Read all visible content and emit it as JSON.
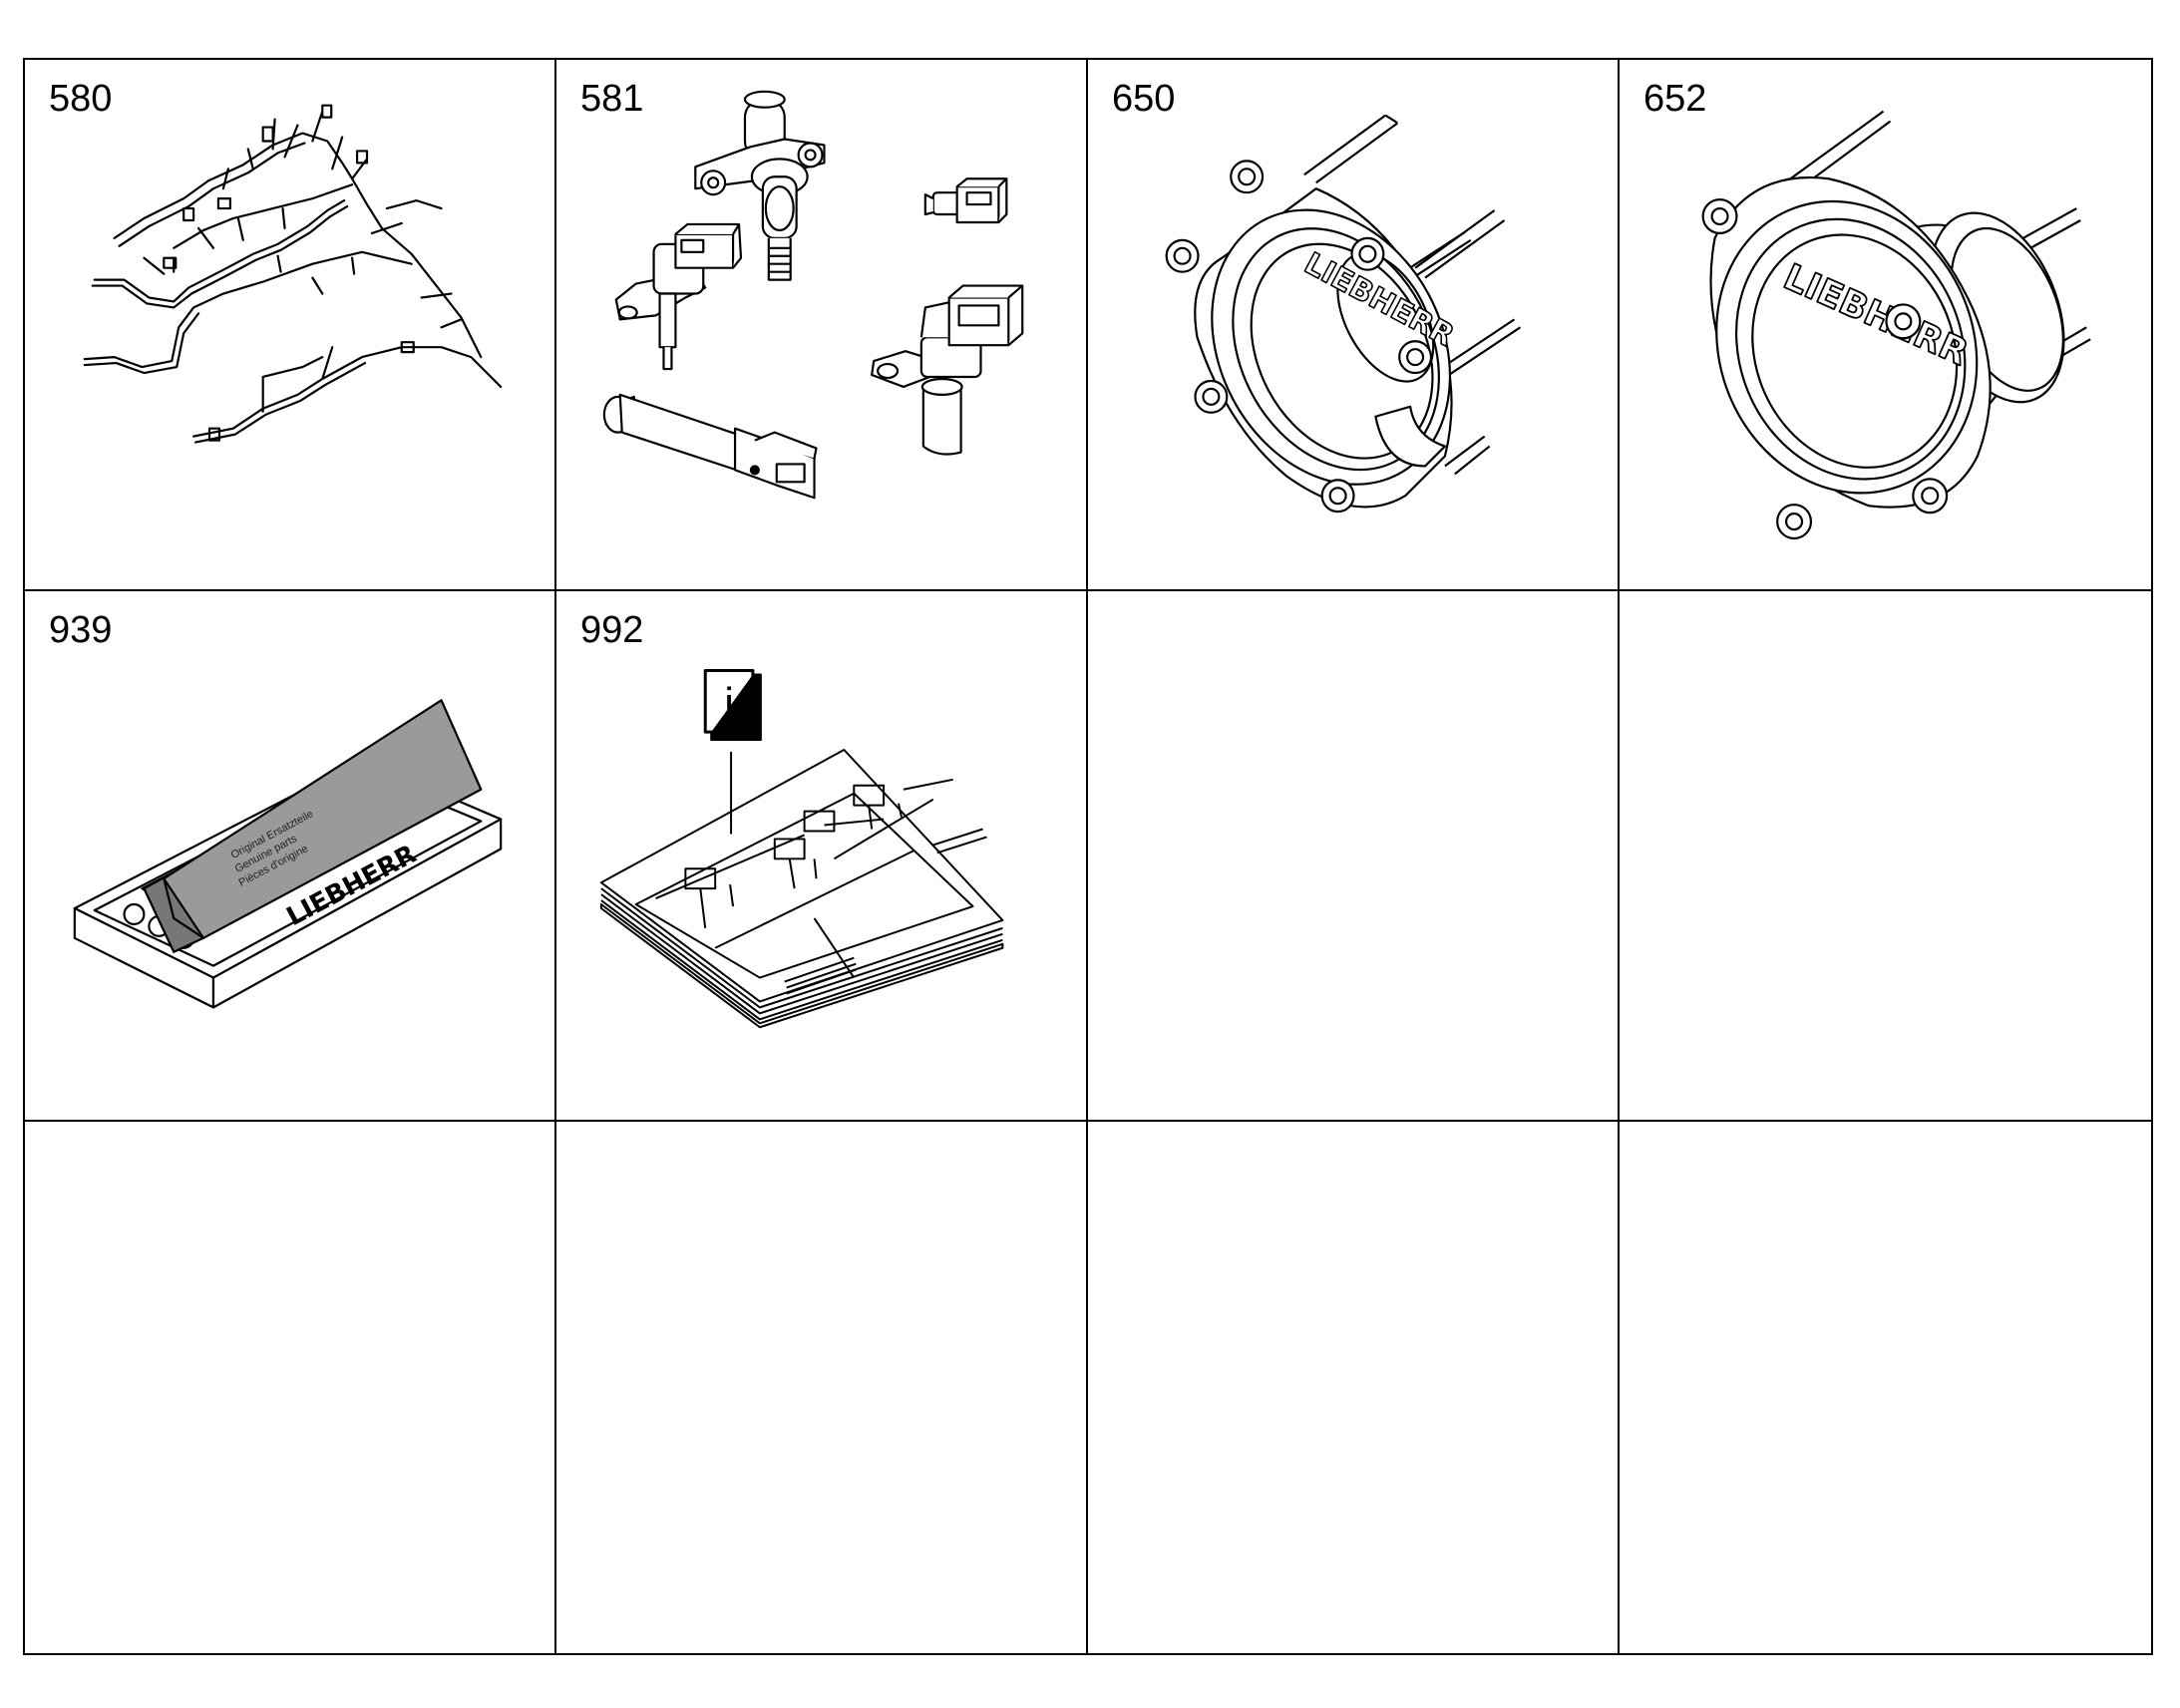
{
  "cells": [
    {
      "label": "580",
      "illustration": "wiring-harness"
    },
    {
      "label": "581",
      "illustration": "sensors"
    },
    {
      "label": "650",
      "illustration": "flange-cover"
    },
    {
      "label": "652",
      "illustration": "flange-cover-alt"
    },
    {
      "label": "939",
      "illustration": "kit-box"
    },
    {
      "label": "992",
      "illustration": "information-document",
      "icon_text": "i"
    },
    {
      "label": ""
    },
    {
      "label": ""
    },
    {
      "label": ""
    },
    {
      "label": ""
    },
    {
      "label": ""
    },
    {
      "label": ""
    }
  ],
  "logos": {
    "brand": "LIEBHERR"
  },
  "colors": {
    "line": "#000000",
    "background": "#ffffff",
    "shade": "#9a9a9a"
  }
}
